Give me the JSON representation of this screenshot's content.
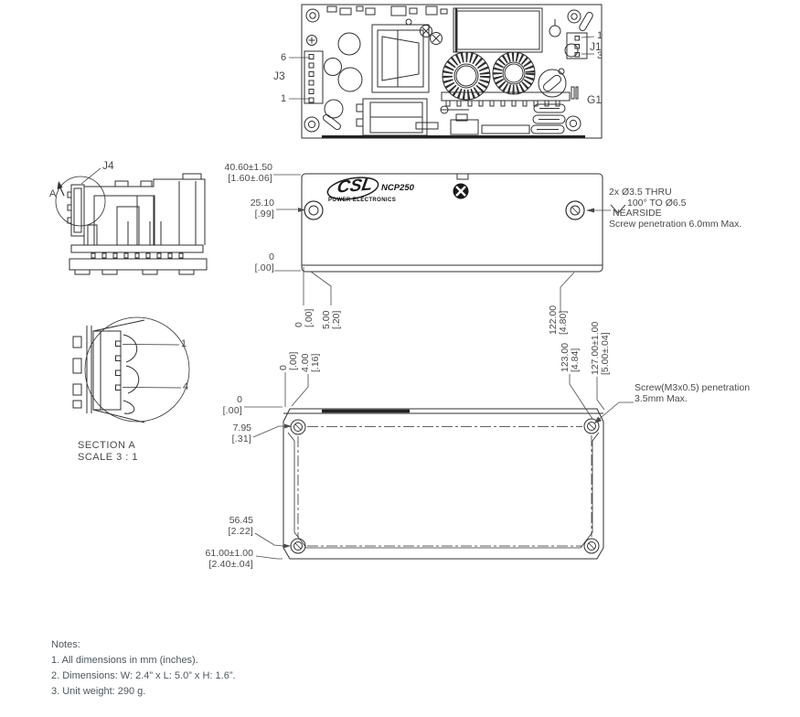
{
  "colors": {
    "line": "#2f2f2f",
    "dimline": "#4a4a4a",
    "text": "#474747",
    "notes_text": "#4d565c"
  },
  "top_view": {
    "labels": {
      "pin6": "6",
      "j3": "J3",
      "pin1_left": "1",
      "j1_pin1": "1",
      "j1": "J1",
      "j1_pin3": "3",
      "g1": "G1"
    }
  },
  "side_view": {
    "j4": "J4",
    "section_arrow": "A"
  },
  "section_view": {
    "pin1": "1",
    "pin4": "4",
    "title": "SECTION A",
    "scale": "SCALE 3 : 1"
  },
  "front_view": {
    "logo": {
      "brand": "CSL",
      "tagline": "POWER ELECTRONICS",
      "model": "NCP250"
    },
    "dim_height_total": {
      "mm": "40.60±1.50",
      "in": "[1.60±.06]"
    },
    "dim_hole_height": {
      "mm": "25.10",
      "in": "[.99]"
    },
    "dim_datum_y": {
      "mm": "0",
      "in": "[.00]"
    },
    "dim_datum_x": {
      "mm": "0",
      "in": "[.00]"
    },
    "dim_edge_offset": {
      "mm": "5.00",
      "in": "[.20]"
    },
    "dim_hole_span": {
      "mm": "122.00",
      "in": "[4.80]"
    },
    "hole_note": {
      "line1": "2x Ø3.5 THRU",
      "line2": "100° TO Ø6.5",
      "line3": "NEARSIDE",
      "line4": "Screw penetration 6.0mm Max."
    }
  },
  "bottom_view": {
    "dim_datum_x": {
      "mm": "0",
      "in": "[.00]"
    },
    "dim_screw_offset_x": {
      "mm": "4.00",
      "in": "[.16]"
    },
    "dim_screw_span_x": {
      "mm": "123.00",
      "in": "[4.84]"
    },
    "dim_width_total": {
      "mm": "127.00±1.00",
      "in": "[5.00±.04]"
    },
    "dim_datum_y": {
      "mm": "0",
      "in": "[.00]"
    },
    "dim_screw_top": {
      "mm": "7.95",
      "in": "[.31]"
    },
    "dim_screw_bottom": {
      "mm": "56.45",
      "in": "[2.22]"
    },
    "dim_height_total": {
      "mm": "61.00±1.00",
      "in": "[2.40±.04]"
    },
    "screw_note": {
      "line1": "Screw(M3x0.5) penetration",
      "line2": "3.5mm Max."
    }
  },
  "notes": {
    "title": "Notes:",
    "items": [
      "1. All dimensions in mm (inches).",
      "2. Dimensions: W: 2.4” x L: 5.0” x H: 1.6”.",
      "3. Unit weight: 290 g."
    ]
  }
}
